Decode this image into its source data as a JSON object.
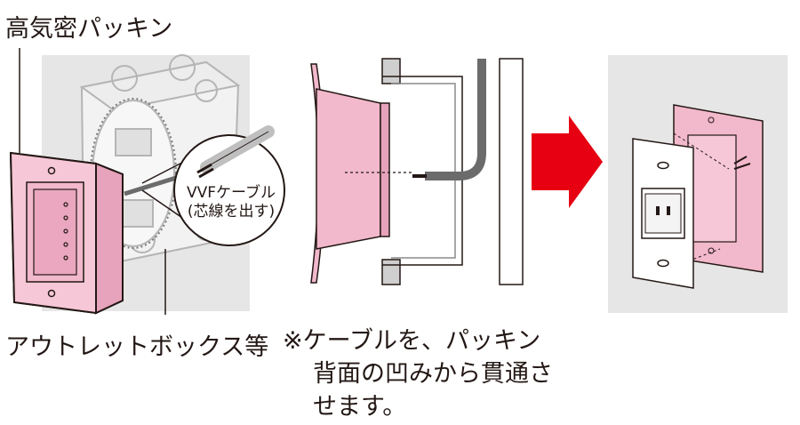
{
  "labels": {
    "packing": "高気密パッキン",
    "outlet_box": "アウトレットボックス等",
    "vvf_cable": "VVFケーブル",
    "vvf_cable_sub": "(芯線を出す)",
    "note_line1": "※ケーブルを、パッキン",
    "note_line2": "背面の凹みから貫通さ",
    "note_line3": "せます。"
  },
  "colors": {
    "packing_pink": "#f2b8cc",
    "packing_edge": "#c98aa3",
    "panel_gray": "#e6e6e6",
    "arrow_red": "#e60012",
    "line": "#231815"
  }
}
